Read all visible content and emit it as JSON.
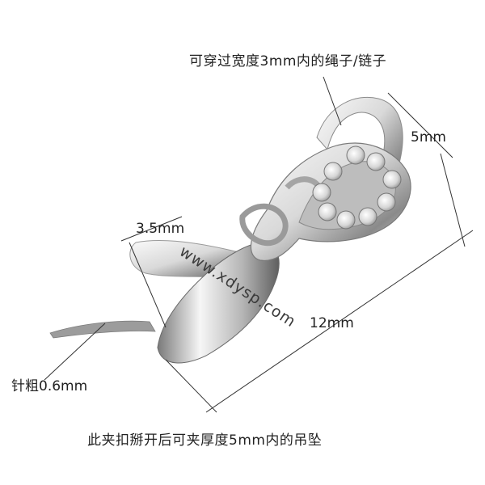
{
  "annotations": {
    "top_note": "可穿过宽度3mm内的绳子/链子",
    "dim_width": "5mm",
    "dim_pinch": "3.5mm",
    "dim_length": "12mm",
    "pin_thickness": "针粗0.6mm",
    "caption": "此夹扣掰开后可夹厚度5mm内的吊坠"
  },
  "watermark": "www.xdysp.com",
  "colors": {
    "line": "#333333",
    "metal_light": "#f4f4f4",
    "metal_dark": "#6e6e6e",
    "gem": "#dcdcdc"
  }
}
